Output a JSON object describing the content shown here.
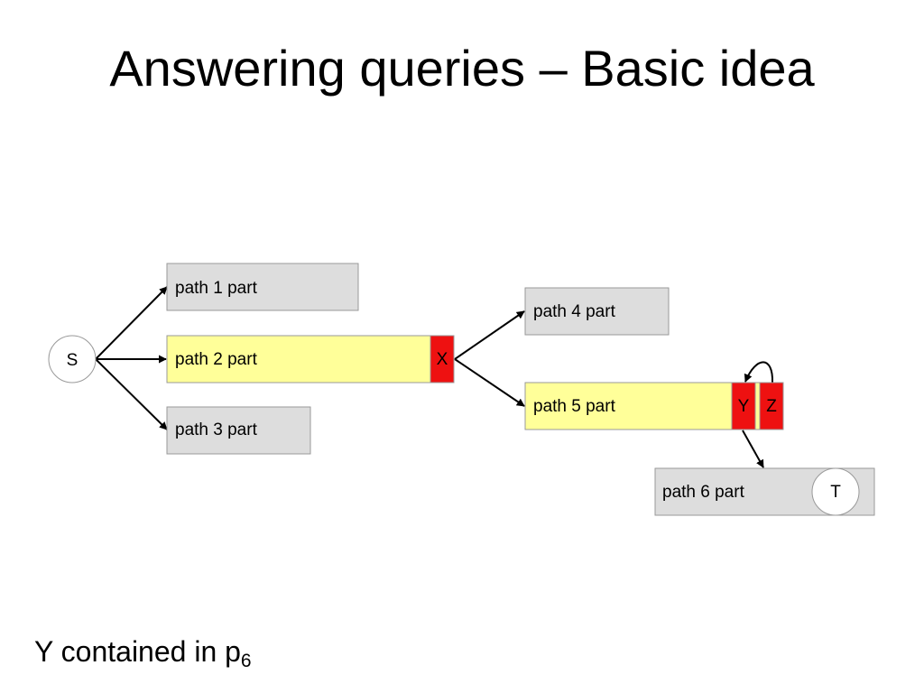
{
  "slide": {
    "title": "Answering queries – Basic idea",
    "caption_main": "Y contained in p",
    "caption_sub": "6"
  },
  "nodes": {
    "start": "S",
    "target": "T"
  },
  "paths": {
    "p1": "path 1 part",
    "p2": "path 2 part",
    "p3": "path 3 part",
    "p4": "path 4 part",
    "p5": "path 5 part",
    "p6": "path 6 part"
  },
  "markers": {
    "x": "X",
    "y": "Y",
    "z": "Z"
  },
  "colors": {
    "gray_box": "#dddddd",
    "yellow_box": "#ffff99",
    "marker_red": "#ee1111",
    "border": "#999999"
  }
}
